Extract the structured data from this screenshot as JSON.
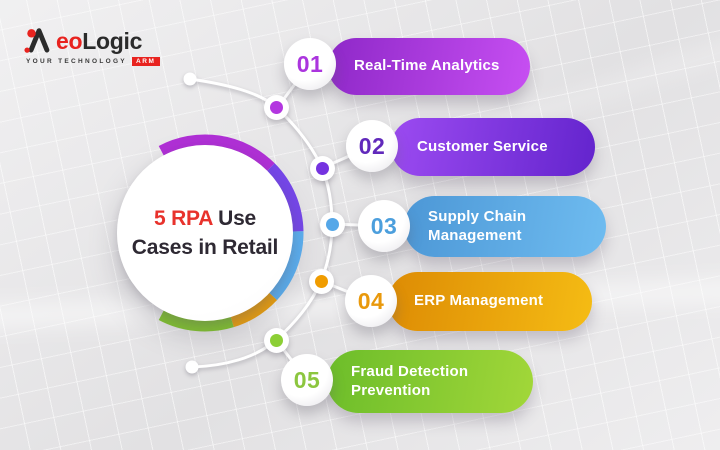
{
  "logo": {
    "brand_red": "eo",
    "brand_dark": "Logic",
    "tagline": "Your Technology",
    "tagline_badge": "Arm",
    "accent_color": "#e8231f"
  },
  "center": {
    "title_highlight": "5 RPA",
    "title_line1_rest": " Use",
    "title_line2": "Cases in Retail",
    "highlight_color": "#e8322c",
    "ring_colors": [
      "#b02fd6",
      "#7546ea",
      "#5ab0f2",
      "#eda00a",
      "#82c62c"
    ]
  },
  "items": [
    {
      "number": "01",
      "label": "Real-Time Analytics",
      "pill_gradient": [
        "#8e28c8",
        "#c74ff2"
      ],
      "number_color": "#ab35de",
      "dot_color": "#b337e0"
    },
    {
      "number": "02",
      "label": "Customer Service",
      "pill_gradient": [
        "#9c4bf1",
        "#6324cd"
      ],
      "number_color": "#6129bb",
      "dot_color": "#7533e0"
    },
    {
      "number": "03",
      "label": "Supply Chain Management",
      "pill_gradient": [
        "#4c97d6",
        "#6fbcf0"
      ],
      "number_color": "#4c9fdd",
      "dot_color": "#55a7e8"
    },
    {
      "number": "04",
      "label": "ERP Management",
      "pill_gradient": [
        "#dd8b04",
        "#f5bc14"
      ],
      "number_color": "#e9990c",
      "dot_color": "#f09c00"
    },
    {
      "number": "05",
      "label": "Fraud Detection Prevention",
      "pill_gradient": [
        "#6cbd2a",
        "#a2d739"
      ],
      "number_color": "#8cc63f",
      "dot_color": "#8ccf35"
    }
  ]
}
